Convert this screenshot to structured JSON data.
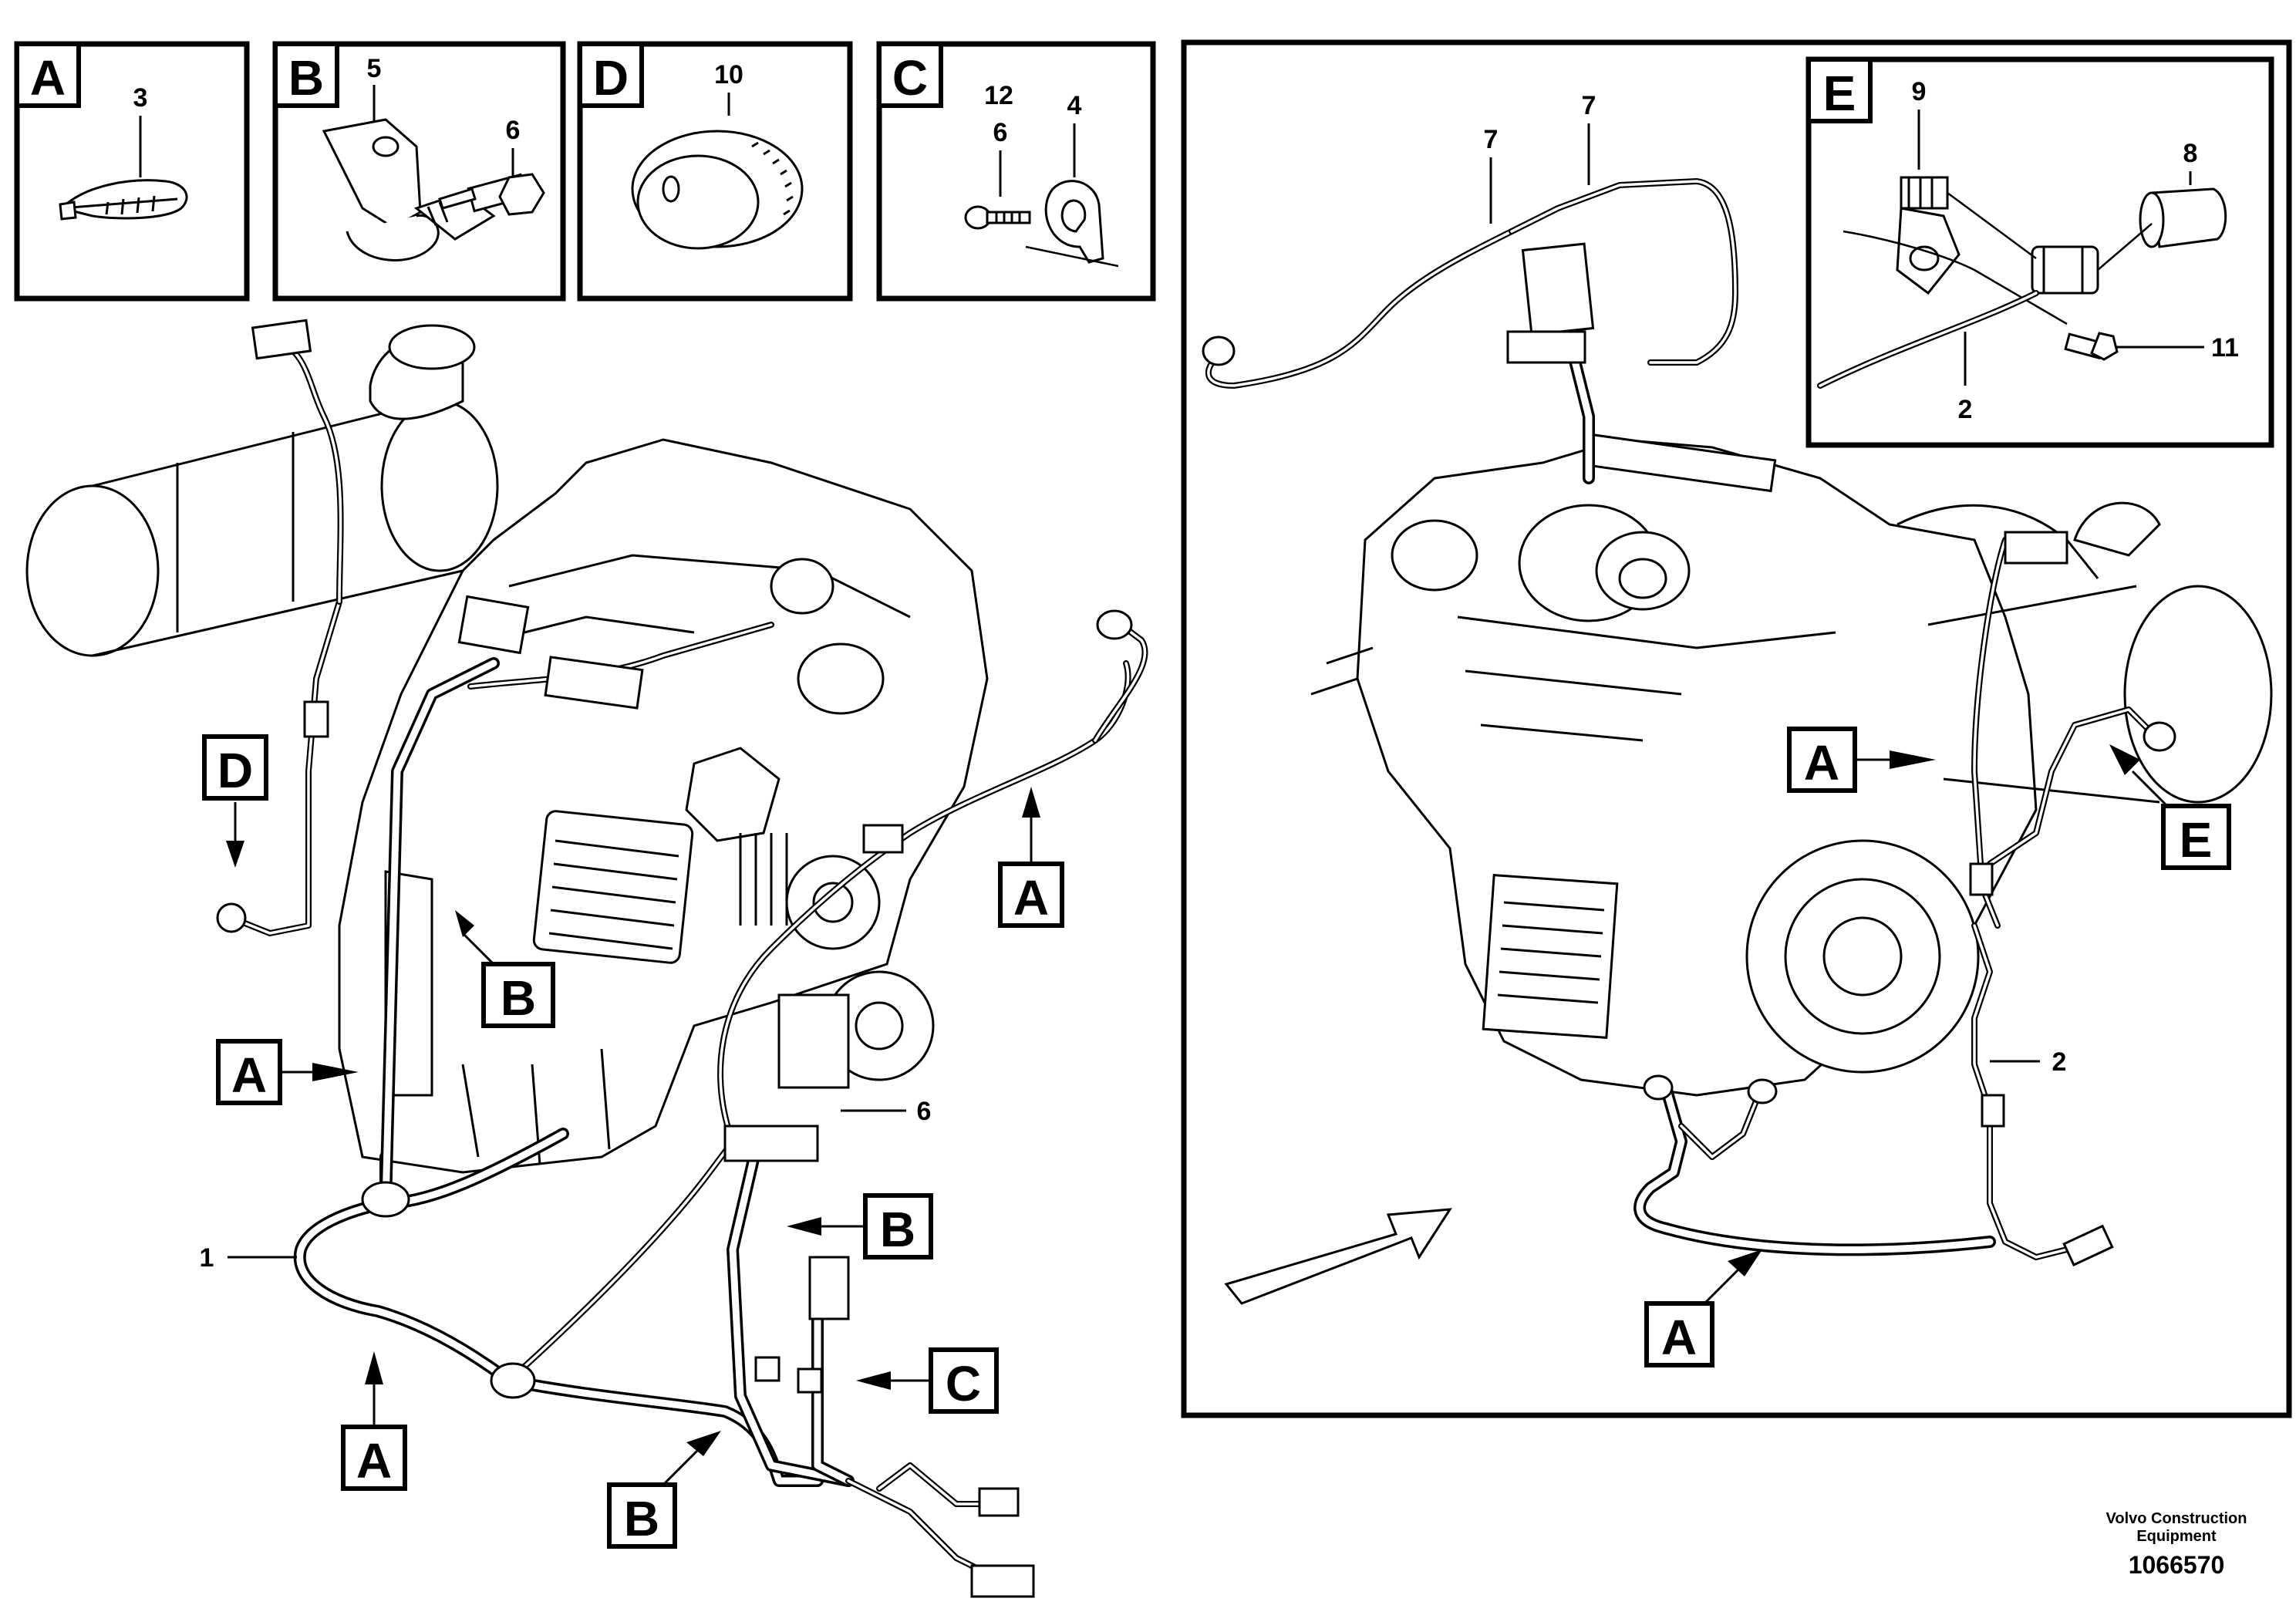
{
  "detail_panels": {
    "A": {
      "letter": "A",
      "items": [
        "3"
      ]
    },
    "B": {
      "letter": "B",
      "items": [
        "5",
        "6"
      ]
    },
    "D": {
      "letter": "D",
      "items": [
        "10"
      ]
    },
    "C": {
      "letter": "C",
      "items": [
        "12",
        "6",
        "4"
      ]
    }
  },
  "detail_E": {
    "letter": "E",
    "items": [
      "9",
      "8",
      "11",
      "2"
    ]
  },
  "left_view": {
    "callouts": [
      "D",
      "A",
      "B",
      "A",
      "A",
      "B",
      "B",
      "C"
    ],
    "item_numbers": [
      "1",
      "6"
    ]
  },
  "right_view": {
    "item_numbers": [
      "7",
      "7",
      "2"
    ],
    "callouts": [
      "A",
      "E",
      "A"
    ]
  },
  "footer": {
    "publisher_line1": "Volvo Construction",
    "publisher_line2": "Equipment",
    "figure_number": "1066570"
  }
}
